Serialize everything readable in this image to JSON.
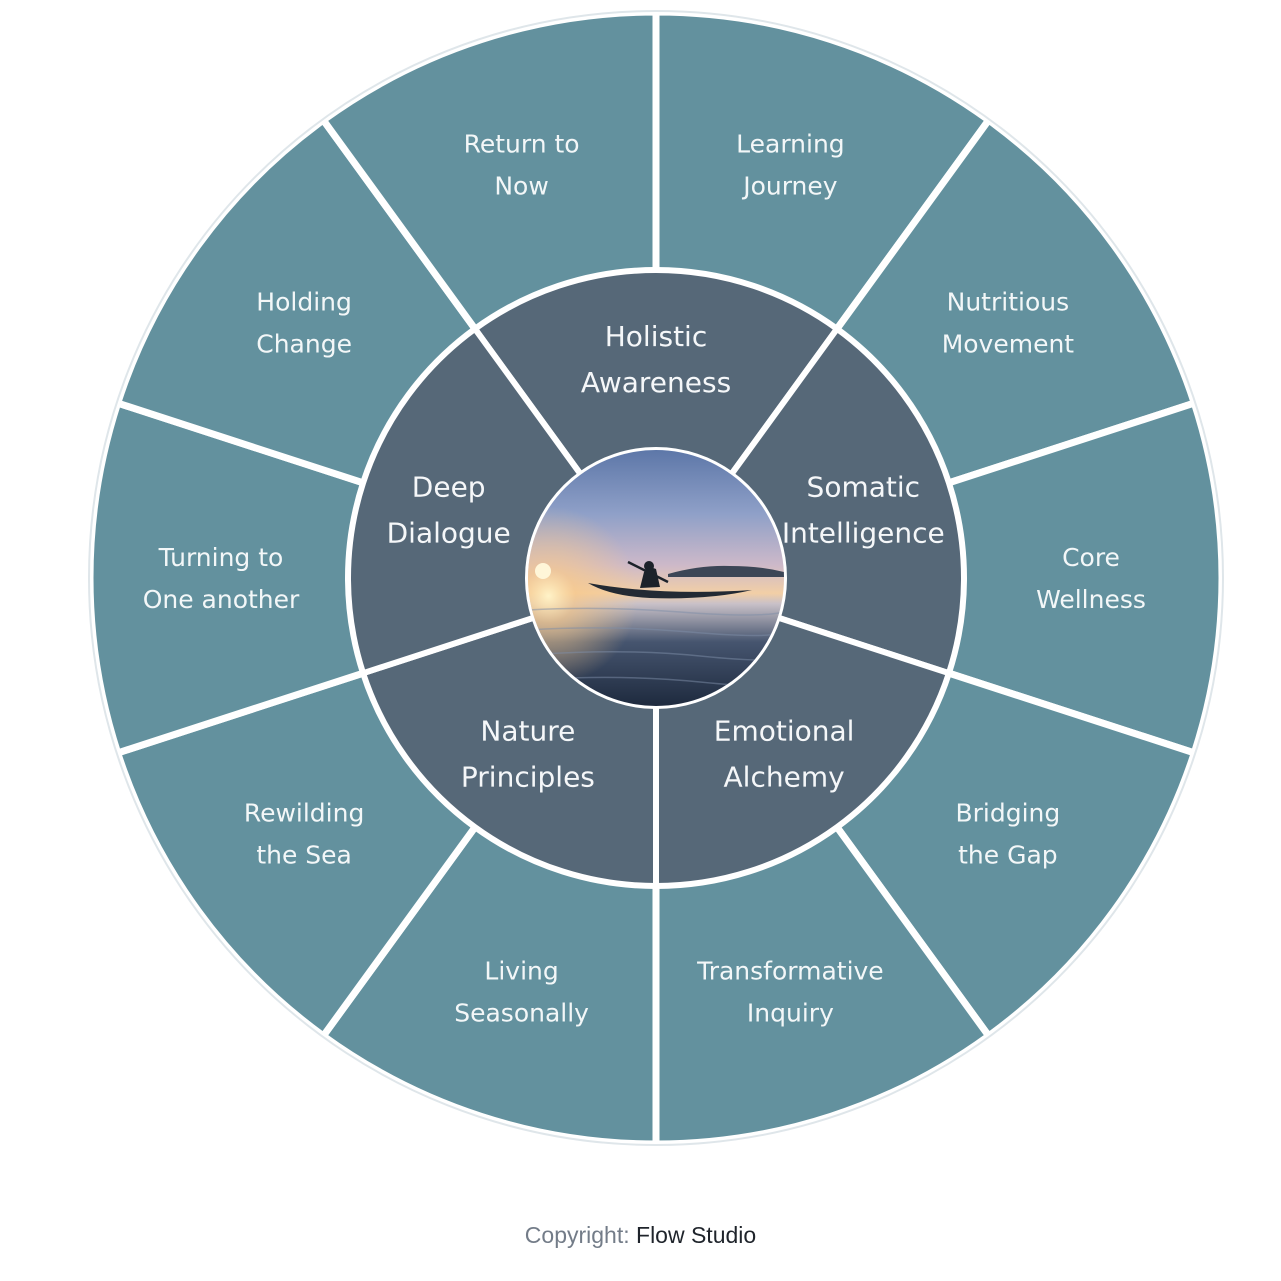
{
  "colors": {
    "outer_ring": "#63919e",
    "inner_ring": "#566878",
    "divider": "#ffffff",
    "text": "#f3f7f8"
  },
  "center_image": {
    "subject": "kayaker on calm sea at sunset"
  },
  "inner_ring": [
    {
      "lines": [
        "Holistic",
        "Awareness"
      ]
    },
    {
      "lines": [
        "Somatic",
        "Intelligence"
      ]
    },
    {
      "lines": [
        "Emotional",
        "Alchemy"
      ]
    },
    {
      "lines": [
        "Nature",
        "Principles"
      ]
    },
    {
      "lines": [
        "Deep",
        "Dialogue"
      ]
    }
  ],
  "outer_ring": [
    {
      "lines": [
        "Learning",
        "Journey"
      ]
    },
    {
      "lines": [
        "Nutritious",
        "Movement"
      ]
    },
    {
      "lines": [
        "Core",
        "Wellness"
      ]
    },
    {
      "lines": [
        "Bridging",
        "the Gap"
      ]
    },
    {
      "lines": [
        "Transformative",
        "Inquiry"
      ]
    },
    {
      "lines": [
        "Living",
        "Seasonally"
      ]
    },
    {
      "lines": [
        "Rewilding",
        "the Sea"
      ]
    },
    {
      "lines": [
        "Turning to",
        "One another"
      ]
    },
    {
      "lines": [
        "Holding",
        "Change"
      ]
    },
    {
      "lines": [
        "Return to",
        "Now"
      ]
    }
  ],
  "footer": {
    "label": "Copyright",
    "separator": ":",
    "name": "Flow Studio"
  }
}
